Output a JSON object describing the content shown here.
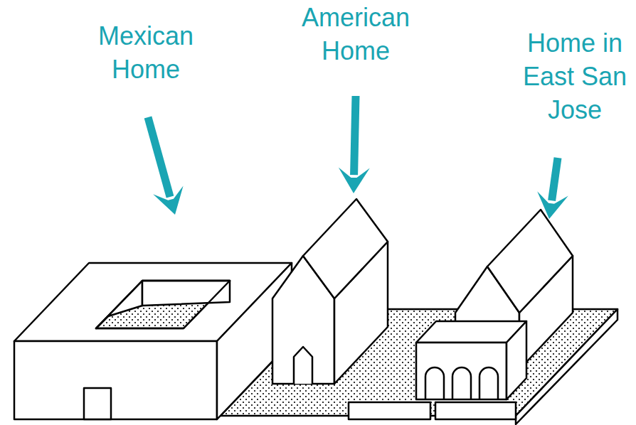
{
  "diagram": {
    "labels": [
      "Mexican Home",
      "American Home",
      "Home in East San Jose"
    ]
  }
}
